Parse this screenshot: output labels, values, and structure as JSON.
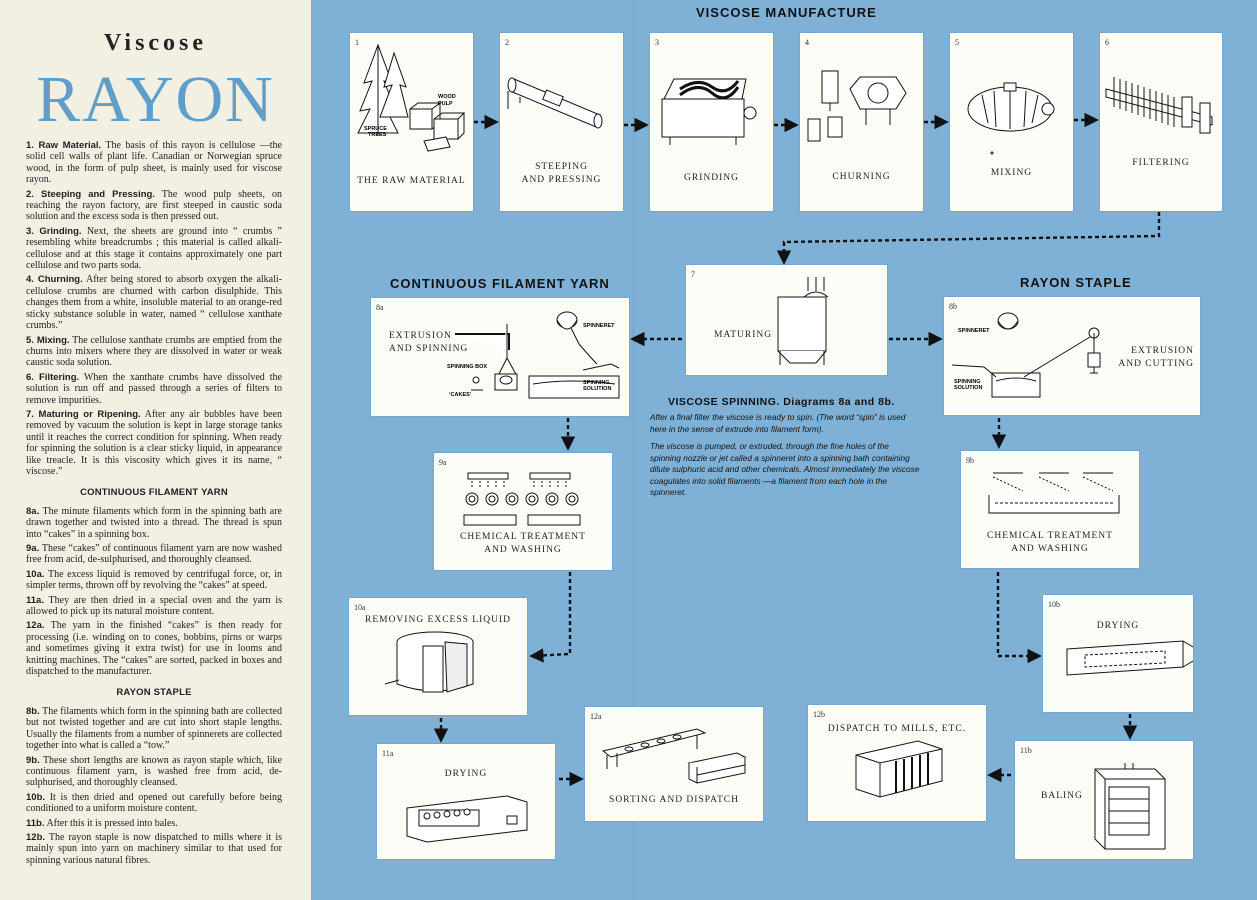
{
  "left": {
    "title_small": "Viscose",
    "title_large": "RAYON",
    "paras": [
      {
        "head": "1.  Raw Material.",
        "text": " The basis of this rayon is cellulose —the solid cell walls of plant life. Canadian or Norwegian spruce wood, in the form of pulp sheet, is mainly used for viscose rayon."
      },
      {
        "head": "2.  Steeping and Pressing.",
        "text": " The wood pulp sheets, on reaching the rayon factory, are first steeped in caustic soda solution and the excess soda is then pressed out."
      },
      {
        "head": "3.  Grinding.",
        "text": " Next, the sheets are ground into “ crumbs ” resembling white breadcrumbs ; this material is called alkali-cellulose and at this stage it contains approximately one part cellulose and two parts soda."
      },
      {
        "head": "4.  Churning.",
        "text": " After being stored to absorb oxygen the alkali-cellulose crumbs are churned with carbon disulphide. This changes them from a white, insoluble material to an orange-red sticky substance soluble in water, named “ cellulose xanthate crumbs.”"
      },
      {
        "head": "5.  Mixing.",
        "text": " The cellulose xanthate crumbs are emptied from the churns into mixers where they are dissolved in water or weak caustic soda solution."
      },
      {
        "head": "6.  Filtering.",
        "text": " When the xanthate crumbs have dissolved the solution is run off and passed through a series of filters to remove impurities."
      },
      {
        "head": "7.  Maturing or Ripening.",
        "text": " After any air bubbles have been removed by vacuum the solution is kept in large storage tanks until it reaches the correct condition for spinning. When ready for spinning the solution is a clear sticky liquid, in appearance like treacle. It is this viscosity which gives it its name, “ viscose.”"
      }
    ],
    "cfy_heading": "CONTINUOUS FILAMENT YARN",
    "cfy_paras": [
      {
        "head": "8a.",
        "text": " The minute filaments which form in the spinning bath are drawn together and twisted into a thread. The thread is spun into “cakes” in a spinning box."
      },
      {
        "head": "9a.",
        "text": " These “cakes” of continuous filament yarn are now washed free from acid, de-sulphurised, and thoroughly cleansed."
      },
      {
        "head": "10a.",
        "text": " The excess liquid is removed by centrifugal force, or, in simpler terms, thrown off by revolving the “cakes” at speed."
      },
      {
        "head": "11a.",
        "text": " They are then dried in a special oven and the yarn is allowed to pick up its natural moisture content."
      },
      {
        "head": "12a.",
        "text": " The yarn in the finished “cakes” is then ready for processing (i.e. winding on to cones, bobbins, pirns or warps and sometimes giving it extra twist) for use in looms and knitting machines. The “cakes” are sorted, packed in boxes and dispatched to the manufacturer."
      }
    ],
    "rs_heading": "RAYON STAPLE",
    "rs_paras": [
      {
        "head": "8b.",
        "text": " The filaments which form in the spinning bath are collected but not twisted together and are cut into short staple lengths. Usually the filaments from a number of spinnerets are collected together into what is called a “tow.”"
      },
      {
        "head": "9b.",
        "text": " These short lengths are known as rayon staple which, like continuous filament yarn, is washed free from acid, de-sulphurised, and thoroughly cleansed."
      },
      {
        "head": "10b.",
        "text": " It is then dried and opened out carefully before being conditioned to a uniform moisture content."
      },
      {
        "head": "11b.",
        "text": " After this it is pressed into bales."
      },
      {
        "head": "12b.",
        "text": " The rayon staple is now dispatched to mills where it is mainly spun into yarn on machinery similar to that used for spinning various natural fibres."
      }
    ]
  },
  "headings": {
    "main": "VISCOSE MANUFACTURE",
    "cfy": "CONTINUOUS FILAMENT YARN",
    "rs": "RAYON STAPLE"
  },
  "spinning": {
    "heading": "VISCOSE SPINNING. Diagrams 8a and 8b.",
    "p1": "After a final filter the viscose is ready to spin. (The word “spin” is used here in the sense of extrude into filament form).",
    "p2": "The viscose is pumped, or extruded, through the fine holes of the spinning nozzle or jet called a spinneret into a spinning bath containing dilute sulphuric acid and other chemicals. Almost immediately the viscose coagulates into solid filaments —a filament from each hole in the spinneret."
  },
  "cards": {
    "c1": {
      "num": "1",
      "caption": "THE RAW MATERIAL",
      "labels": [
        "SPRUCE",
        "TREES",
        "WOOD",
        "PULP"
      ]
    },
    "c2": {
      "num": "2",
      "caption1": "STEEPING",
      "caption2": "AND PRESSING"
    },
    "c3": {
      "num": "3",
      "caption": "GRINDING"
    },
    "c4": {
      "num": "4",
      "caption": "CHURNING"
    },
    "c5": {
      "num": "5",
      "caption": "MIXING"
    },
    "c6": {
      "num": "6",
      "caption": "FILTERING"
    },
    "c7": {
      "num": "7",
      "caption": "MATURING"
    },
    "c8a": {
      "num": "8a",
      "caption1": "EXTRUSION",
      "caption2": "AND SPINNING",
      "labels": [
        "SPINNERET",
        "SPINNING BOX",
        "‘CAKES’",
        "SPINNING",
        "SOLUTION"
      ]
    },
    "c8b": {
      "num": "8b",
      "caption1": "EXTRUSION",
      "caption2": "AND CUTTING",
      "labels": [
        "SPINNERET",
        "SPINNING",
        "SOLUTION"
      ]
    },
    "c9a": {
      "num": "9a",
      "caption1": "CHEMICAL TREATMENT",
      "caption2": "AND WASHING"
    },
    "c9b": {
      "num": "9b",
      "caption1": "CHEMICAL TREATMENT",
      "caption2": "AND WASHING"
    },
    "c10a": {
      "num": "10a",
      "caption": "REMOVING EXCESS LIQUID"
    },
    "c10b": {
      "num": "10b",
      "caption": "DRYING"
    },
    "c11a": {
      "num": "11a",
      "caption": "DRYING"
    },
    "c11b": {
      "num": "11b",
      "caption": "BALING"
    },
    "c12a": {
      "num": "12a",
      "caption": "SORTING AND DISPATCH"
    },
    "c12b": {
      "num": "12b",
      "caption": "DISPATCH TO MILLS, ETC."
    }
  }
}
